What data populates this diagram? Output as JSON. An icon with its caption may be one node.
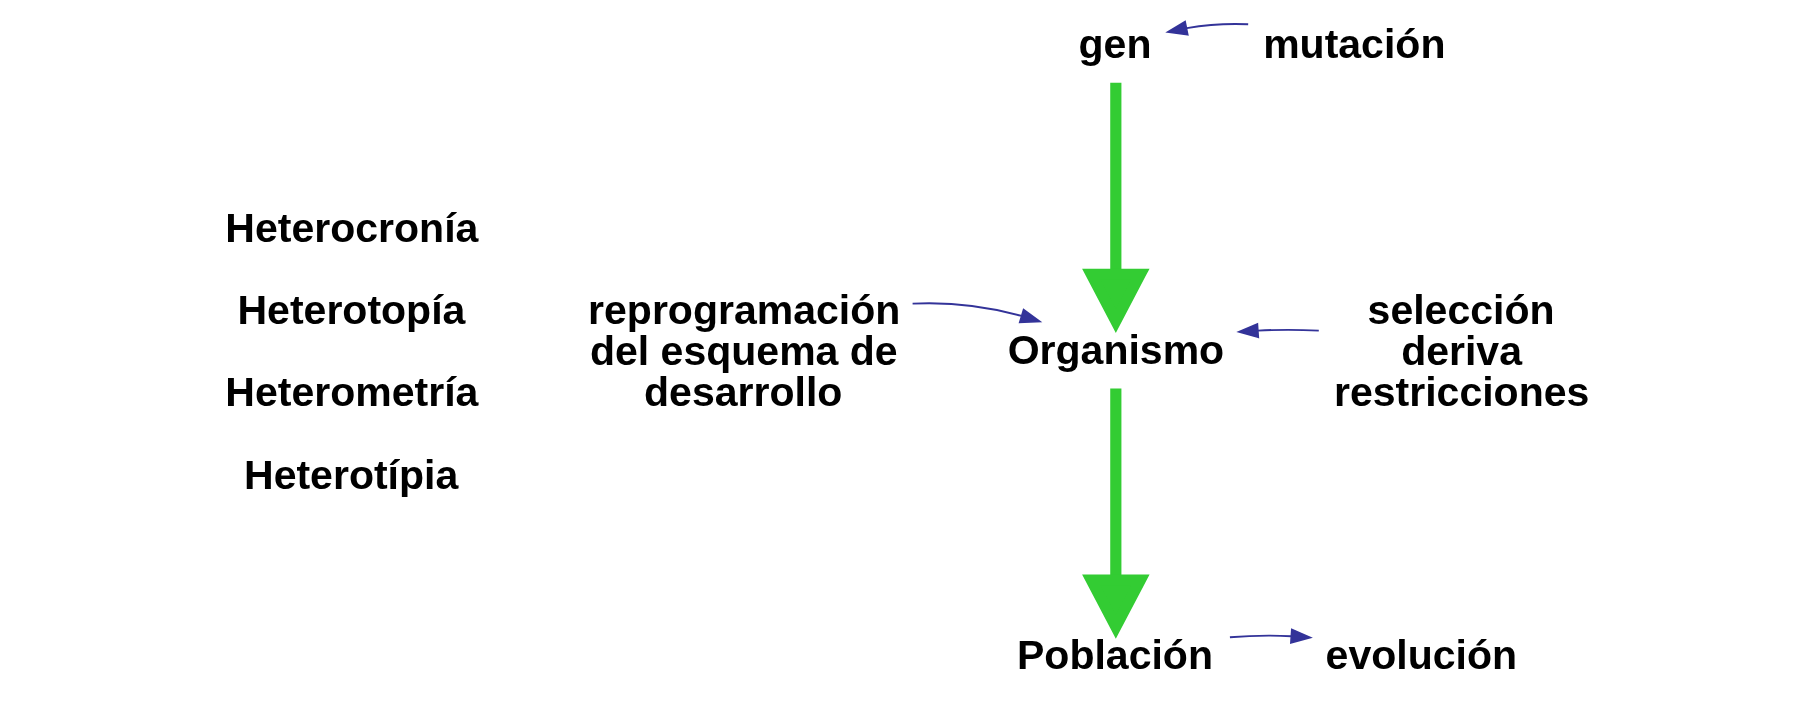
{
  "diagram": {
    "nodes": [
      {
        "text": [
          "gen"
        ]
      },
      {
        "text": [
          "mutación"
        ]
      },
      {
        "text": [
          "Organismo"
        ]
      },
      {
        "text": [
          "reprogramación del esquema de desarrollo"
        ]
      },
      {
        "text": [
          "selección deriva restricciones"
        ]
      },
      {
        "text": [
          "Población"
        ]
      },
      {
        "text": [
          "evolución"
        ]
      }
    ],
    "edges": [
      {
        "from": 1,
        "to": 0,
        "arrow": "to"
      },
      {
        "from": 0,
        "to": 2,
        "arrow": "to",
        "style": "thick",
        "color": "#33cc33"
      },
      {
        "from": 3,
        "to": 2,
        "arrow": "to"
      },
      {
        "from": 4,
        "to": 2,
        "arrow": "to"
      },
      {
        "from": 2,
        "to": 5,
        "arrow": "to",
        "style": "thick",
        "color": "#33cc33"
      },
      {
        "from": 5,
        "to": 6,
        "arrow": "to"
      }
    ],
    "labels": [
      "Heterocronía",
      "Heterotopía",
      "Heterometría",
      "Heterotípia"
    ]
  }
}
